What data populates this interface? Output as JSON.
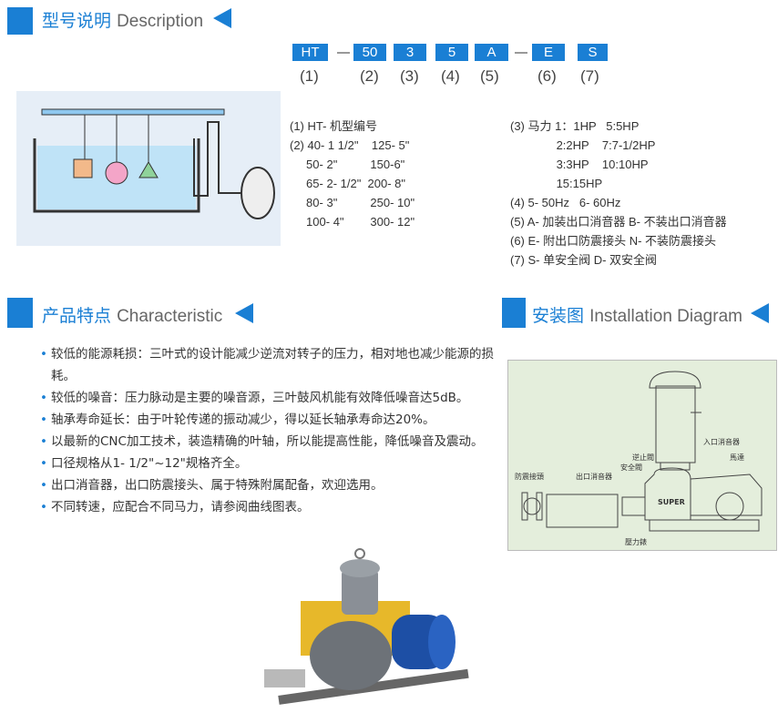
{
  "description": {
    "title_cn": "型号说明",
    "title_en": "Description",
    "codes": [
      "HT",
      "50",
      "3",
      "5",
      "A",
      "E",
      "S"
    ],
    "code_numbers": [
      "(1)",
      "(2)",
      "(3)",
      "(4)",
      "(5)",
      "(6)",
      "(7)"
    ],
    "col1": [
      "(1) HT- 机型编号",
      "(2) 40- 1 1/2\"    125- 5\"",
      "     50- 2\"          150-6\"",
      "     65- 2- 1/2\"  200- 8\"",
      "     80- 3\"          250- 10\"",
      "     100- 4\"        300- 12\""
    ],
    "col2": [
      "(3) 马力 1：1HP   5:5HP",
      "              2:2HP    7:7-1/2HP",
      "              3:3HP    10:10HP",
      "              15:15HP",
      "(4) 5- 50Hz   6- 60Hz",
      "(5) A- 加装出口消音器 B- 不装出口消音器",
      "(6) E- 附出口防震接头 N- 不装防震接头",
      "(7) S- 单安全阀 D- 双安全阀"
    ]
  },
  "characteristic": {
    "title_cn": "产品特点",
    "title_en": "Characteristic",
    "bullets": [
      "较低的能源耗损：三叶式的设计能减少逆流对转子的压力，相对地也减少能源的损耗。",
      "较低的噪音：压力脉动是主要的噪音源，三叶鼓风机能有效降低噪音达5dB。",
      "轴承寿命延长：由于叶轮传递的振动减少，得以延长轴承寿命达20%。",
      "以最新的CNC加工技术，装造精确的叶轴，所以能提高性能，降低噪音及震动。",
      "口径规格从1- 1/2\"~12\"规格齐全。",
      "出口消音器，出口防震接头、属于特殊附属配备，欢迎选用。",
      "不同转速，应配合不同马力，请参阅曲线图表。"
    ]
  },
  "installation": {
    "title_cn": "安装图",
    "title_en": "Installation Diagram",
    "labels": {
      "inlet_silencer": "入口消音器",
      "motor": "馬達",
      "check_valve": "逆止閥",
      "safety_valve": "安全閥",
      "anti_vibration": "防震接頭",
      "outlet_silencer": "出口消音器",
      "pressure_gauge": "壓力錶",
      "brand": "SUPER"
    }
  },
  "colors": {
    "accent": "#1a7fd4"
  }
}
